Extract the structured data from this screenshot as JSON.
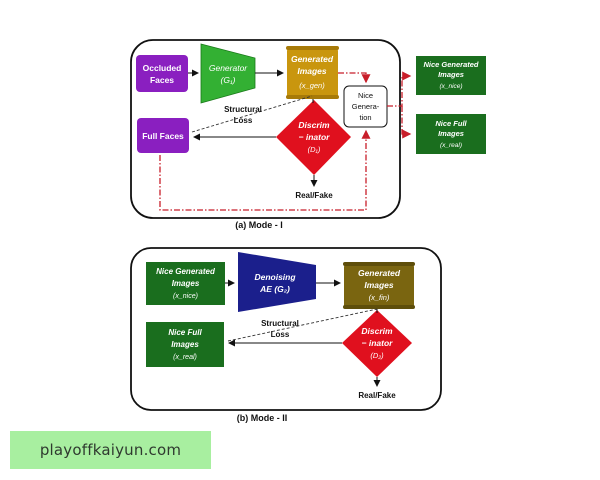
{
  "mode1": {
    "occluded_faces": [
      "Occluded",
      "Faces"
    ],
    "generator": [
      "Generator",
      "(G₁)"
    ],
    "generated_images": [
      "Generated",
      "Images",
      "(x_gen)"
    ],
    "nice_generation": [
      "Nice",
      "Genera-",
      "tion"
    ],
    "nice_generated_images": [
      "Nice Generated",
      "Images",
      "(x_nice)"
    ],
    "nice_full_images": [
      "Nice Full",
      "Images",
      "(x_real)"
    ],
    "full_faces": "Full Faces",
    "structural_loss": [
      "Structural",
      "Loss"
    ],
    "discriminator": [
      "Discrim",
      "− inator",
      "(D₁)"
    ],
    "real_fake": "Real/Fake",
    "caption": "(a) Mode - I"
  },
  "mode2": {
    "nice_generated_images": [
      "Nice Generated",
      "Images",
      "(x_nice)"
    ],
    "denoising_ae": [
      "Denoising",
      "AE (G₂)"
    ],
    "generated_images": [
      "Generated",
      "Images",
      "(x_fin)"
    ],
    "nice_full_images": [
      "Nice Full",
      "Images",
      "(x_real)"
    ],
    "structural_loss": [
      "Structural",
      "Loss"
    ],
    "discriminator": [
      "Discrim",
      "− inator",
      "(D₂)"
    ],
    "real_fake": "Real/Fake",
    "caption": "(b) Mode - II"
  },
  "watermark": "playoffkaiyun.com",
  "colors": {
    "purple": "#8a1fc0",
    "green": "#1a6e1e",
    "gold": "#c9960e",
    "olive": "#7a6510",
    "navy": "#1b1f8c",
    "red": "#e0101e",
    "dashed_red": "#c81e2a"
  }
}
